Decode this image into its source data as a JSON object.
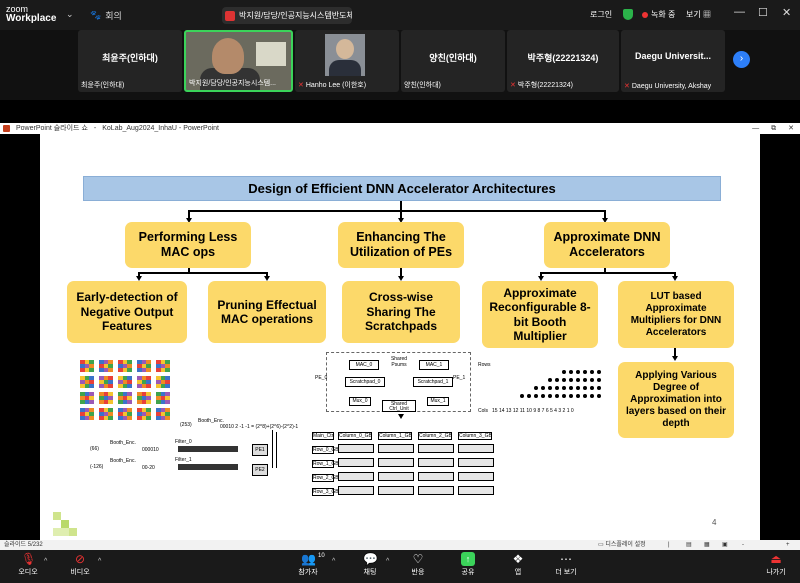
{
  "zoom": {
    "logo_line1": "zoom",
    "logo_line2": "Workplace",
    "meeting_label": "회의",
    "sharing_label": "박지원/담당/인공지능시스템반도체",
    "login_label": "로그인",
    "recording_label": "녹화 중",
    "view_label": "보기",
    "win_min": "—",
    "win_max": "☐",
    "win_close": "✕"
  },
  "participants": [
    {
      "name": "최윤주(인하대)",
      "label": "최윤주(인하대)",
      "muted": false
    },
    {
      "name": "",
      "label": "박지원/담당/인공지능시스템...",
      "muted": false
    },
    {
      "name": "",
      "label": "Hanho Lee (이한호)",
      "muted": true
    },
    {
      "name": "양친(인하대)",
      "label": "양친(인하대)",
      "muted": false
    },
    {
      "name": "박주형(22221324)",
      "label": "박주형(22221324)",
      "muted": true
    },
    {
      "name": "Daegu Universit...",
      "label": "Daegu University, Akshay",
      "muted": true
    }
  ],
  "ppt": {
    "app": "PowerPoint 슬라이드 쇼",
    "sep": "-",
    "file": "KoLab_Aug2024_InhaU - PowerPoint",
    "win_controls": [
      "—",
      "⧉",
      "✕"
    ]
  },
  "slide": {
    "title": "Design of Efficient DNN Accelerator Architectures",
    "level1": [
      "Performing Less MAC ops",
      "Enhancing The Utilization of PEs",
      "Approximate DNN Accelerators"
    ],
    "level2": [
      "Early-detection of Negative Output Features",
      "Pruning Effectual MAC operations",
      "Cross-wise Sharing The Scratchpads",
      "Approximate Reconfigurable 8-bit Booth Multiplier",
      "LUT based Approximate Multipliers for DNN Accelerators"
    ],
    "level3": "Applying Various Degree of Approximation into layers based on their depth",
    "page_number": "4",
    "fig_booth": {
      "booth_enc": "Booth_Enc.",
      "n253": "(253)",
      "n66": "(66)",
      "n126": "(-126)",
      "expr": "00010 2 -1 -1 = (2^8)+(2^6)-(2^2)-1",
      "filter0": "Filter_0",
      "filter1": "Filter_1",
      "pe1": "PE1",
      "pe2": "PE2",
      "code66": "000010",
      "code126": "00-20"
    },
    "fig_scratch": {
      "pe0": "PE_0",
      "pe1": "PE_1",
      "mac0": "MAC_0",
      "mac1": "MAC_1",
      "shared_psums": "Shared Psums",
      "sp0": "Scratchpad_0",
      "sp1": "Scratchpad_1",
      "mux0": "Mux_0",
      "mux1": "Mux_1",
      "ctrl": "Shared Ctrl_Unit",
      "cols": [
        "Column_0_GB",
        "Column_1_GB",
        "Column_2_GB",
        "Column_3_GB"
      ],
      "rows": [
        "Row_0_GB",
        "Row_1_GB",
        "Row_2_GB",
        "Row_3_GB"
      ],
      "main_ctrl": "Main_Ctrl"
    },
    "fig_booth_rows": {
      "rows_label": "Rows",
      "cols_label": "Cols",
      "col_nums": "15 14 13 12 11 10 9 8 7 6 5 4 3 2 1 0"
    }
  },
  "status": {
    "slide_counter": "슬라이드 5/232",
    "display_settings": "디스플레이 설정"
  },
  "controls": [
    {
      "label": "오디오",
      "icon": "mic-muted-icon"
    },
    {
      "label": "비디오",
      "icon": "video-off-icon"
    },
    {
      "label": "참가자",
      "icon": "participants-icon",
      "count": "10"
    },
    {
      "label": "채팅",
      "icon": "chat-icon"
    },
    {
      "label": "반응",
      "icon": "heart-icon"
    },
    {
      "label": "공유",
      "icon": "share-icon"
    },
    {
      "label": "앱",
      "icon": "apps-icon"
    },
    {
      "label": "더 보기",
      "icon": "more-icon"
    },
    {
      "label": "나가기",
      "icon": "leave-icon"
    }
  ]
}
